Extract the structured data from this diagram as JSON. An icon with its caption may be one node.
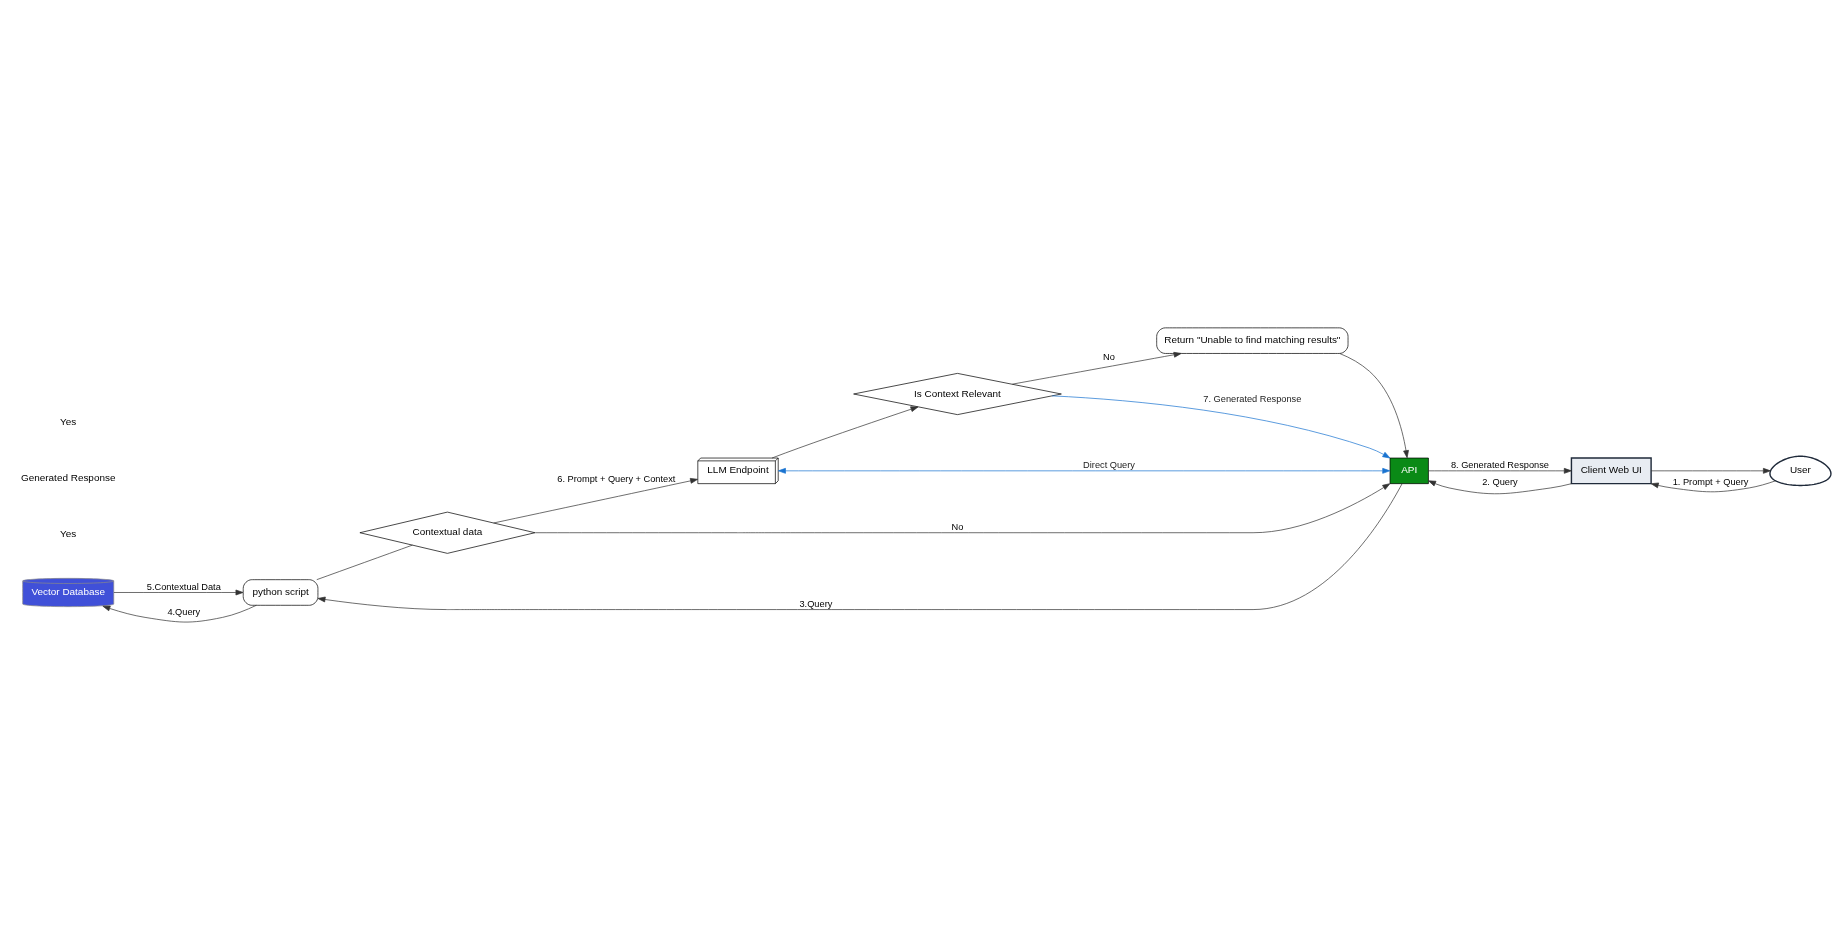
{
  "diagram": {
    "nodes": [
      {
        "text": [
          "Vector Database"
        ]
      },
      {
        "text": [
          "python script"
        ]
      },
      {
        "text": [
          "Contextual data"
        ]
      },
      {
        "text": [
          "LLM Endpoint"
        ]
      },
      {
        "text": [
          "Is Context Relevant"
        ]
      },
      {
        "text": [
          "Return \"Unable to find matching results\""
        ]
      },
      {
        "text": [
          "API"
        ]
      },
      {
        "text": [
          "Client Web UI"
        ]
      },
      {
        "text": [
          "User"
        ]
      }
    ],
    "edges": [
      {
        "from": 1,
        "to": 0,
        "arrow": "to",
        "label": "4.Query"
      },
      {
        "from": 0,
        "to": 1,
        "arrow": "to",
        "label": "5.Contextual Data"
      },
      {
        "from": 1,
        "to": 2,
        "arrow": "none"
      },
      {
        "from": 2,
        "to": 3,
        "arrow": "to",
        "label": "6. Prompt + Query + Context"
      },
      {
        "from": 2,
        "to": 6,
        "arrow": "to",
        "label": "No"
      },
      {
        "from": 6,
        "to": 3,
        "arrow": "both",
        "label": "Direct Query",
        "color": "#1a73d0"
      },
      {
        "from": 3,
        "to": 4,
        "arrow": "to"
      },
      {
        "from": 4,
        "to": 5,
        "arrow": "to",
        "label": "No"
      },
      {
        "from": 4,
        "to": 6,
        "arrow": "to",
        "label": "7. Generated Response",
        "color": "#1a73d0"
      },
      {
        "from": 5,
        "to": 6,
        "arrow": "to"
      },
      {
        "from": 6,
        "to": 1,
        "arrow": "to",
        "label": "3.Query"
      },
      {
        "from": 6,
        "to": 7,
        "arrow": "to",
        "label": "8. Generated Response"
      },
      {
        "from": 7,
        "to": 6,
        "arrow": "to",
        "label": "2. Query"
      },
      {
        "from": 8,
        "to": 7,
        "arrow": "to",
        "label": "1. Prompt + Query"
      },
      {
        "from": 7,
        "to": 8,
        "arrow": "to"
      }
    ],
    "labels": [
      "Yes",
      "Generated Response",
      "Yes"
    ]
  }
}
